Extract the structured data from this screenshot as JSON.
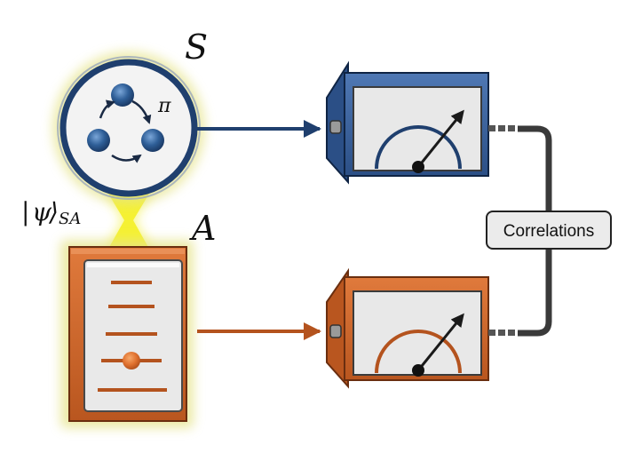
{
  "labels": {
    "system": "S",
    "apparatus": "A",
    "state_ket_open": "|",
    "state_psi": "ψ",
    "state_ket_close": "⟩",
    "state_sub": "SA",
    "rotation": "π",
    "correlations": "Correlations"
  },
  "colors": {
    "system_blue": "#1f3f6e",
    "meter_blue": "#3a5f9a",
    "apparatus_orange": "#c8622a",
    "glow_yellow": "#f2ef2a",
    "screen_grey": "#e8e8e8",
    "cable_dark": "#3a3a3a"
  },
  "icons": {
    "system_icon": "three-particle-ring",
    "apparatus_icon": "energy-levels",
    "meter_icon": "analog-meter"
  }
}
